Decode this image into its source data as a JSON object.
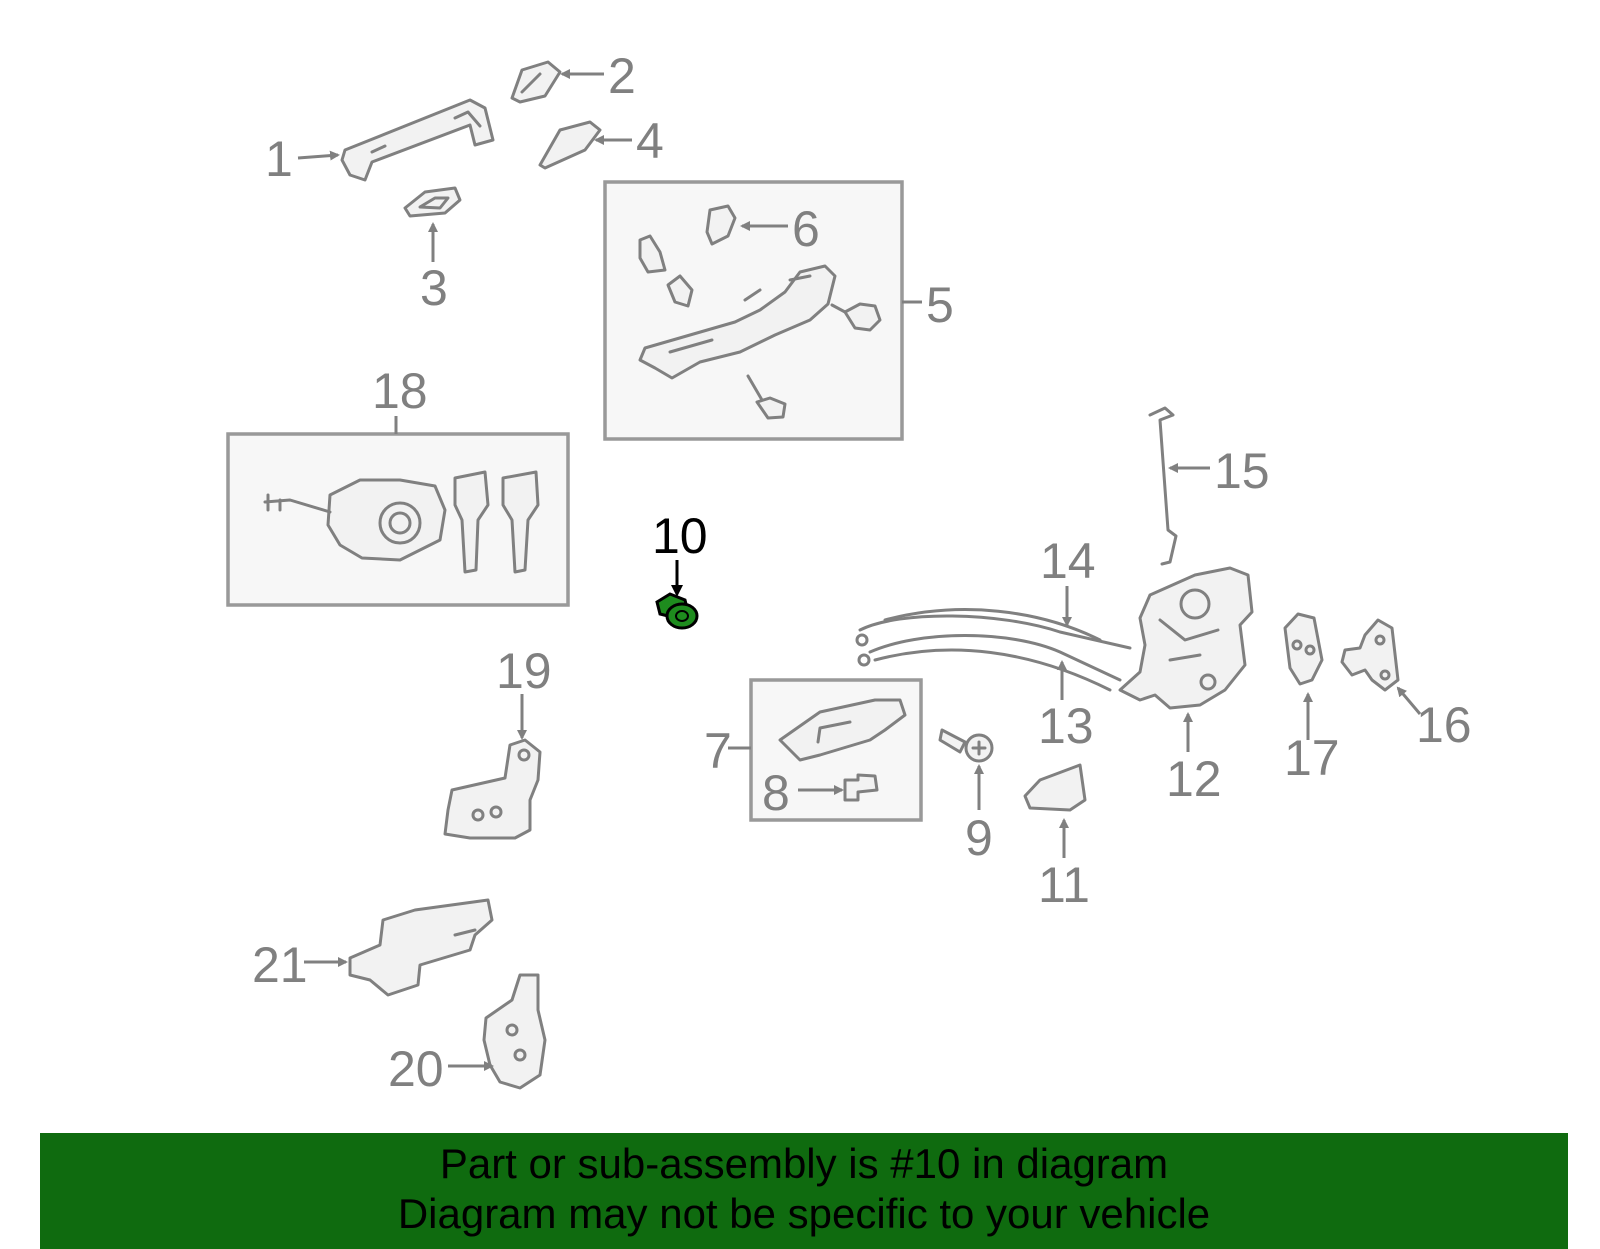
{
  "highlighted_part": "10",
  "labels": [
    "1",
    "2",
    "3",
    "4",
    "5",
    "6",
    "7",
    "8",
    "9",
    "10",
    "11",
    "12",
    "13",
    "14",
    "15",
    "16",
    "17",
    "18",
    "19",
    "20",
    "21"
  ],
  "colors": {
    "highlight": "#1e8c1e",
    "banner": "#0f6b0f",
    "parts": "#808080"
  },
  "banner": {
    "line1": "Part or sub-assembly is #10 in diagram",
    "line2": "Diagram may not be specific to your vehicle"
  }
}
